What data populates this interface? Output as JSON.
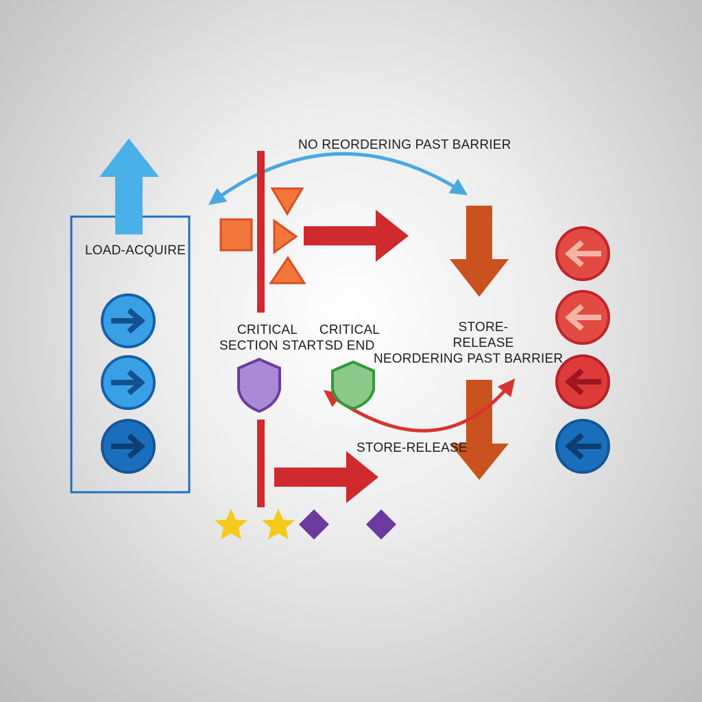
{
  "labels": {
    "top_note": "NO REORDERING PAST BARRIER",
    "load_acquire": "LOAD-ACQUIRE",
    "critical_start_line1": "CRITICAL",
    "critical_start_line2": "SECTION START",
    "critical_end_line1": "CRITICAL",
    "critical_end_line2": "SD END",
    "store_release_right_line1": "STORE-",
    "store_release_right_line2": "RELEASE",
    "lower_note": "NEORDERING PAST BARRIER",
    "store_release_bottom": "STORE-RELEASE"
  },
  "colors": {
    "blue_light": "#4aa8e0",
    "blue_dark": "#1560a8",
    "red": "#cf2a2e",
    "orange": "#f07030",
    "rust": "#c9521f",
    "purple": "#6e3c9c",
    "green": "#2f9a3a",
    "yellow": "#f4c91a"
  },
  "icons": {
    "load_panel_rows": [
      "arrow-right-icon",
      "arrow-right-icon",
      "arrow-right-icon"
    ],
    "right_column_rows": [
      "arrow-left-icon",
      "arrow-left-icon",
      "arrow-left-icon",
      "arrow-left-icon"
    ],
    "shields": [
      "purple-shield-icon",
      "green-shield-icon"
    ],
    "bottom_markers": [
      "star-icon",
      "star-icon",
      "diamond-icon",
      "diamond-icon"
    ]
  }
}
